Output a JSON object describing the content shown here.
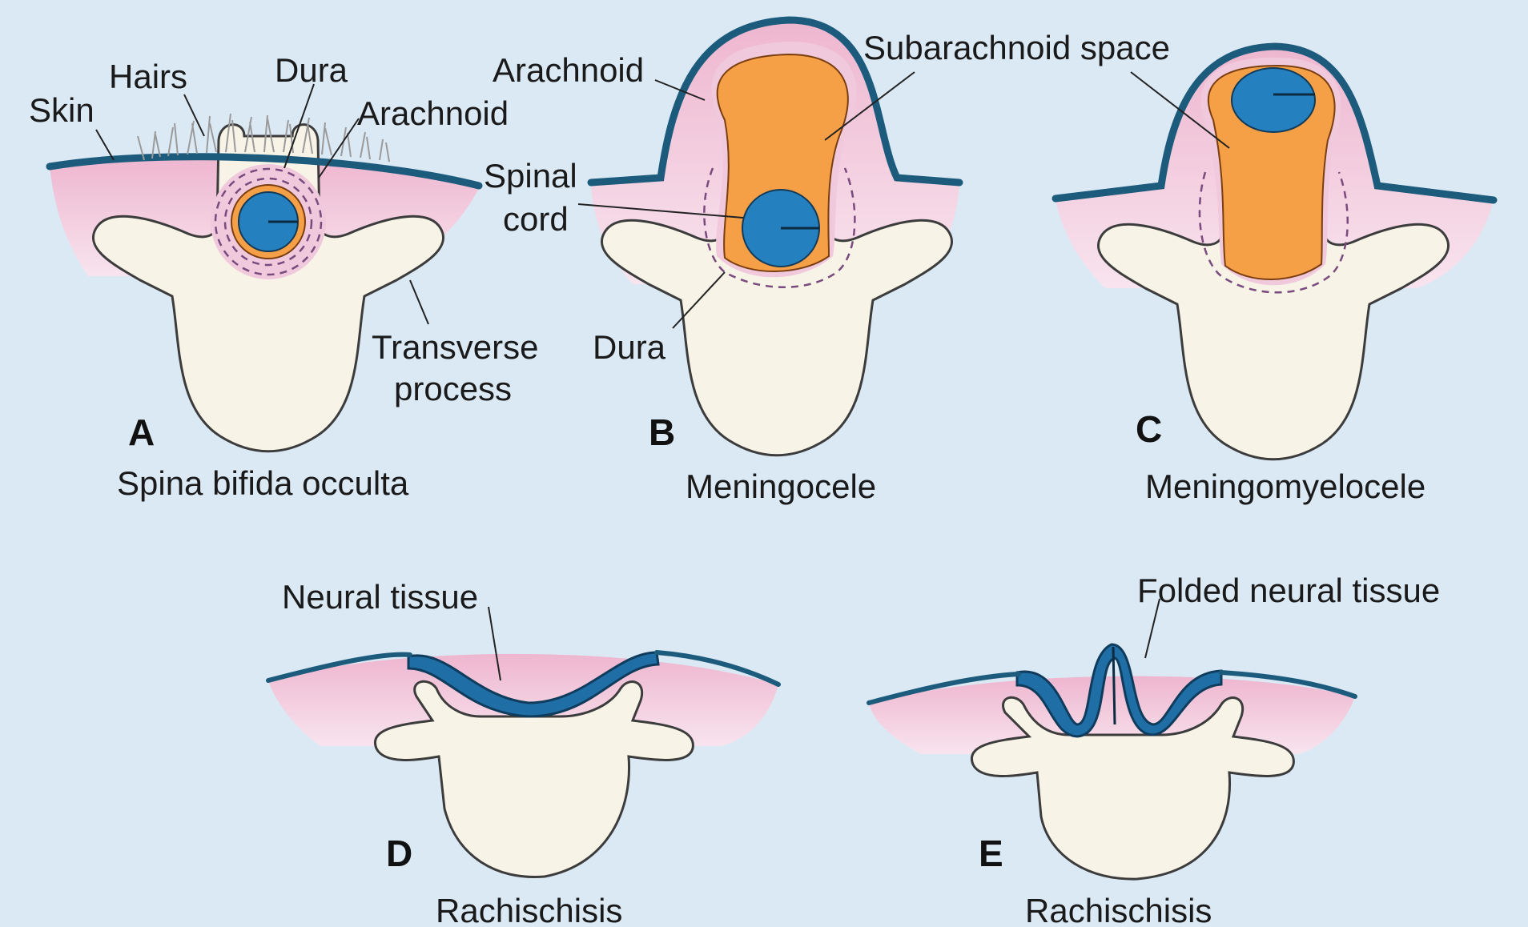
{
  "colors": {
    "background": "#dbe9f5",
    "tissue_pink": "#f1c9dc",
    "bone": "#f7f3e6",
    "skin_edge": "#1d5b7c",
    "csf_orange": "#f5a046",
    "cord_blue": "#2580c0",
    "neural_blue": "#1f6fa6",
    "dura_dashes": "#7a4a7e"
  },
  "panels": [
    {
      "letter": "A",
      "caption": "Spina bifida occulta",
      "labels": {
        "skin": "Skin",
        "hairs": "Hairs",
        "dura": "Dura",
        "arachnoid": "Arachnoid",
        "transverse_1": "Transverse",
        "transverse_2": "process"
      }
    },
    {
      "letter": "B",
      "caption": "Meningocele",
      "labels": {
        "arachnoid": "Arachnoid",
        "subarachnoid": "Subarachnoid space",
        "spinal": "Spinal",
        "cord": "cord",
        "dura": "Dura"
      }
    },
    {
      "letter": "C",
      "caption": "Meningomyelocele",
      "labels": {}
    },
    {
      "letter": "D",
      "caption": "Rachischisis",
      "labels": {
        "neural_tissue": "Neural tissue"
      }
    },
    {
      "letter": "E",
      "caption": "Rachischisis",
      "labels": {
        "folded_neural_tissue": "Folded neural tissue"
      }
    }
  ]
}
